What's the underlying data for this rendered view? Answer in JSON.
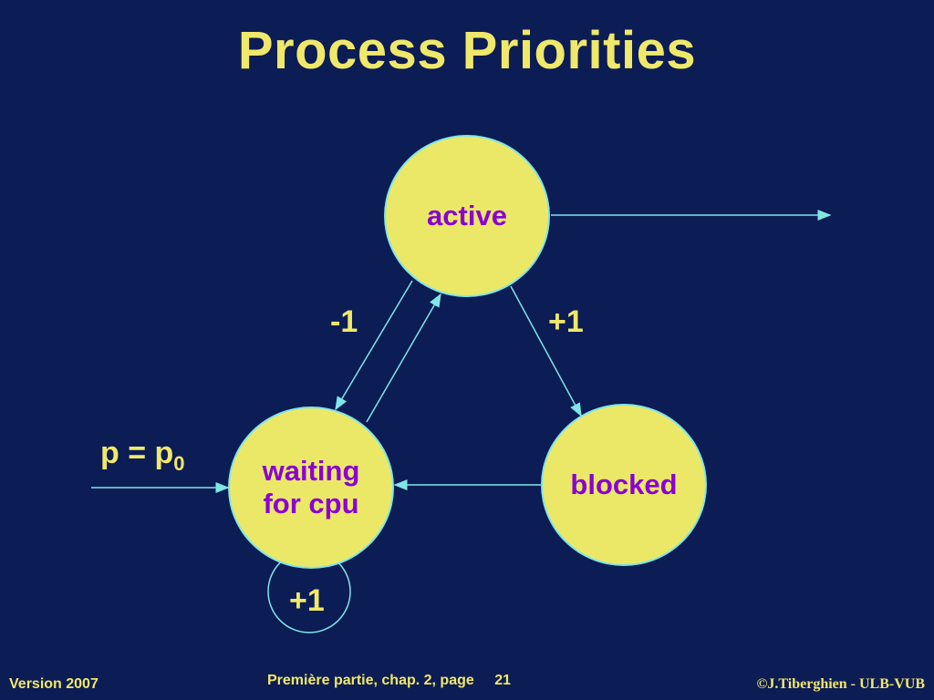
{
  "slide": {
    "title": "Process Priorities"
  },
  "diagram": {
    "nodes": {
      "active": "active",
      "waiting": "waiting\nfor cpu",
      "blocked": "blocked"
    },
    "labels": {
      "minus_one": "-1",
      "plus_one_right": "+1",
      "plus_one_loop": "+1",
      "entry_p": "p = p",
      "entry_subscript": "0"
    }
  },
  "footer": {
    "left": "Version 2007",
    "center": "Première partie, chap. 2, page",
    "page": "21",
    "right": "©J.Tiberghien - ULB-VUB"
  },
  "colors": {
    "background": "#0c1c55",
    "title_text": "#f0e86a",
    "node_fill": "#ece867",
    "node_text": "#8a00d6",
    "arrow": "#7fe6e6"
  }
}
